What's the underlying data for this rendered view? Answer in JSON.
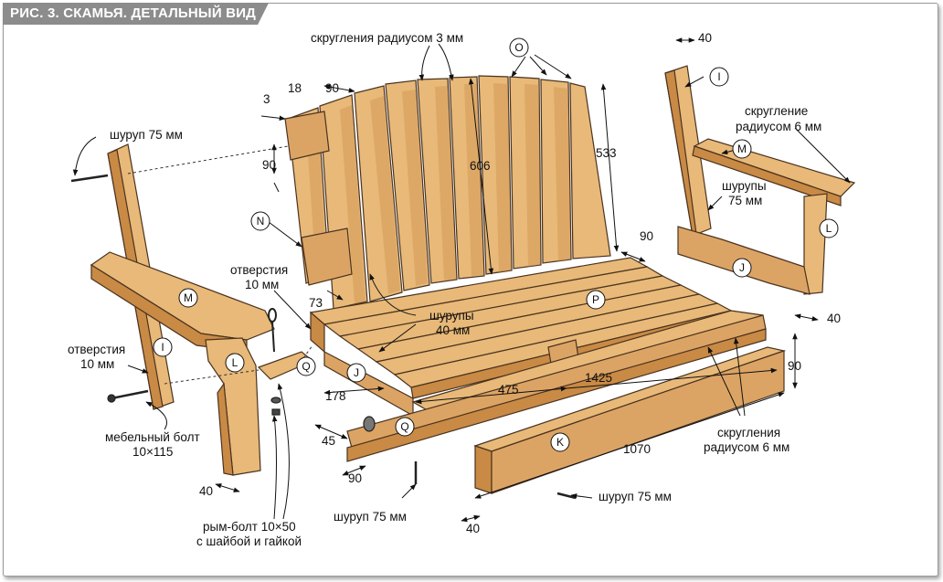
{
  "title": "РИС. 3. СКАМЬЯ. ДЕТАЛЬНЫЙ ВИД",
  "colors": {
    "wood": "#e8b978",
    "wood_dark": "#c98a45",
    "outline": "#4a3320",
    "title_bg": "#8c8c8c"
  },
  "part_labels": {
    "O": "O",
    "I_right": "I",
    "M_right": "M",
    "L_right": "L",
    "J_right": "J",
    "N": "N",
    "P": "P",
    "M_left": "M",
    "I_left": "I",
    "L_left": "L",
    "Q_top": "Q",
    "J_left": "J",
    "Q_bottom": "Q",
    "K": "K"
  },
  "annotations": {
    "screw_left": "шуруп 75 мм",
    "radius3": "скругления радиусом 3 мм",
    "rounding6_line1": "скругление",
    "rounding6_line2": "радиусом 6 мм",
    "screws75_line1": "шурупы",
    "screws75_line2": "75 мм",
    "holes_top_line1": "отверстия",
    "holes_top_line2": "10 мм",
    "screws40_line1": "шурупы",
    "screws40_line2": "40 мм",
    "holes_left_line1": "отверстия",
    "holes_left_line2": "10 мм",
    "carriage_line1": "мебельный болт",
    "carriage_line2": "10×115",
    "eyebolt_line1": "рым-болт 10×50",
    "eyebolt_line2": "с шайбой и гайкой",
    "screw_bottom": "шуруп 75 мм",
    "screw_right": "шуруп 75 мм",
    "rounding6b_line1": "скругления",
    "rounding6b_line2": "радиусом 6 мм"
  },
  "dimensions": {
    "d3": "3",
    "d18": "18",
    "d90_top": "90",
    "d90_left": "90",
    "d533": "533",
    "d606": "606",
    "d40_top": "40",
    "d90_right": "90",
    "d73": "73",
    "d178": "178",
    "d475": "475",
    "d1425": "1425",
    "d45": "45",
    "d90_bottom": "90",
    "d1070": "1070",
    "d40_bottom": "40",
    "d40_leftleg": "40",
    "d40_rightleg": "40",
    "d90_beam": "90"
  }
}
